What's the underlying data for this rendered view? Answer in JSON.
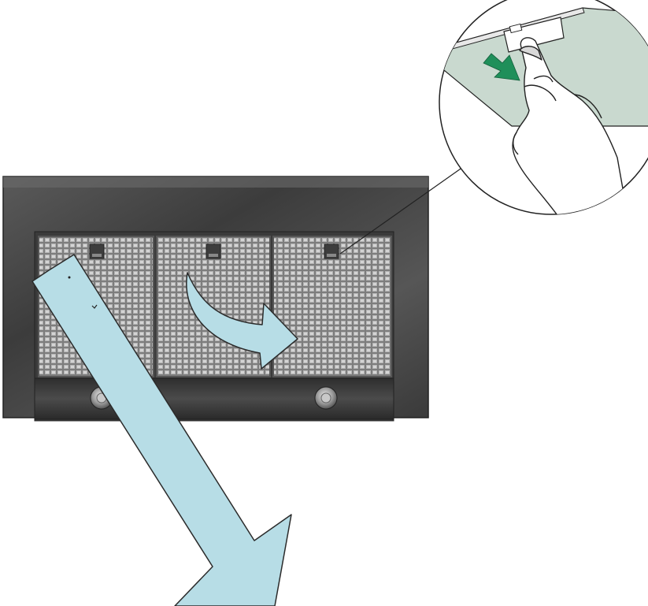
{
  "illustration": {
    "subject": "range-hood-grease-filter-removal",
    "filter_count": 3,
    "light_count": 2,
    "colors": {
      "hood_panel": "#4a4a4a",
      "hood_panel_light": "#6e6e6e",
      "filter_mesh": "#8f8f8f",
      "arrow_fill": "#b7dde6",
      "arrow_stroke": "#2b2b2b",
      "detail_panel": "#c9d9cf",
      "push_arrow": "#1f8f5a",
      "skin": "#ffffff"
    },
    "icons": [
      "hand-icon",
      "push-arrow-icon",
      "curved-arrow-icon",
      "pull-down-arrow-icon"
    ]
  }
}
